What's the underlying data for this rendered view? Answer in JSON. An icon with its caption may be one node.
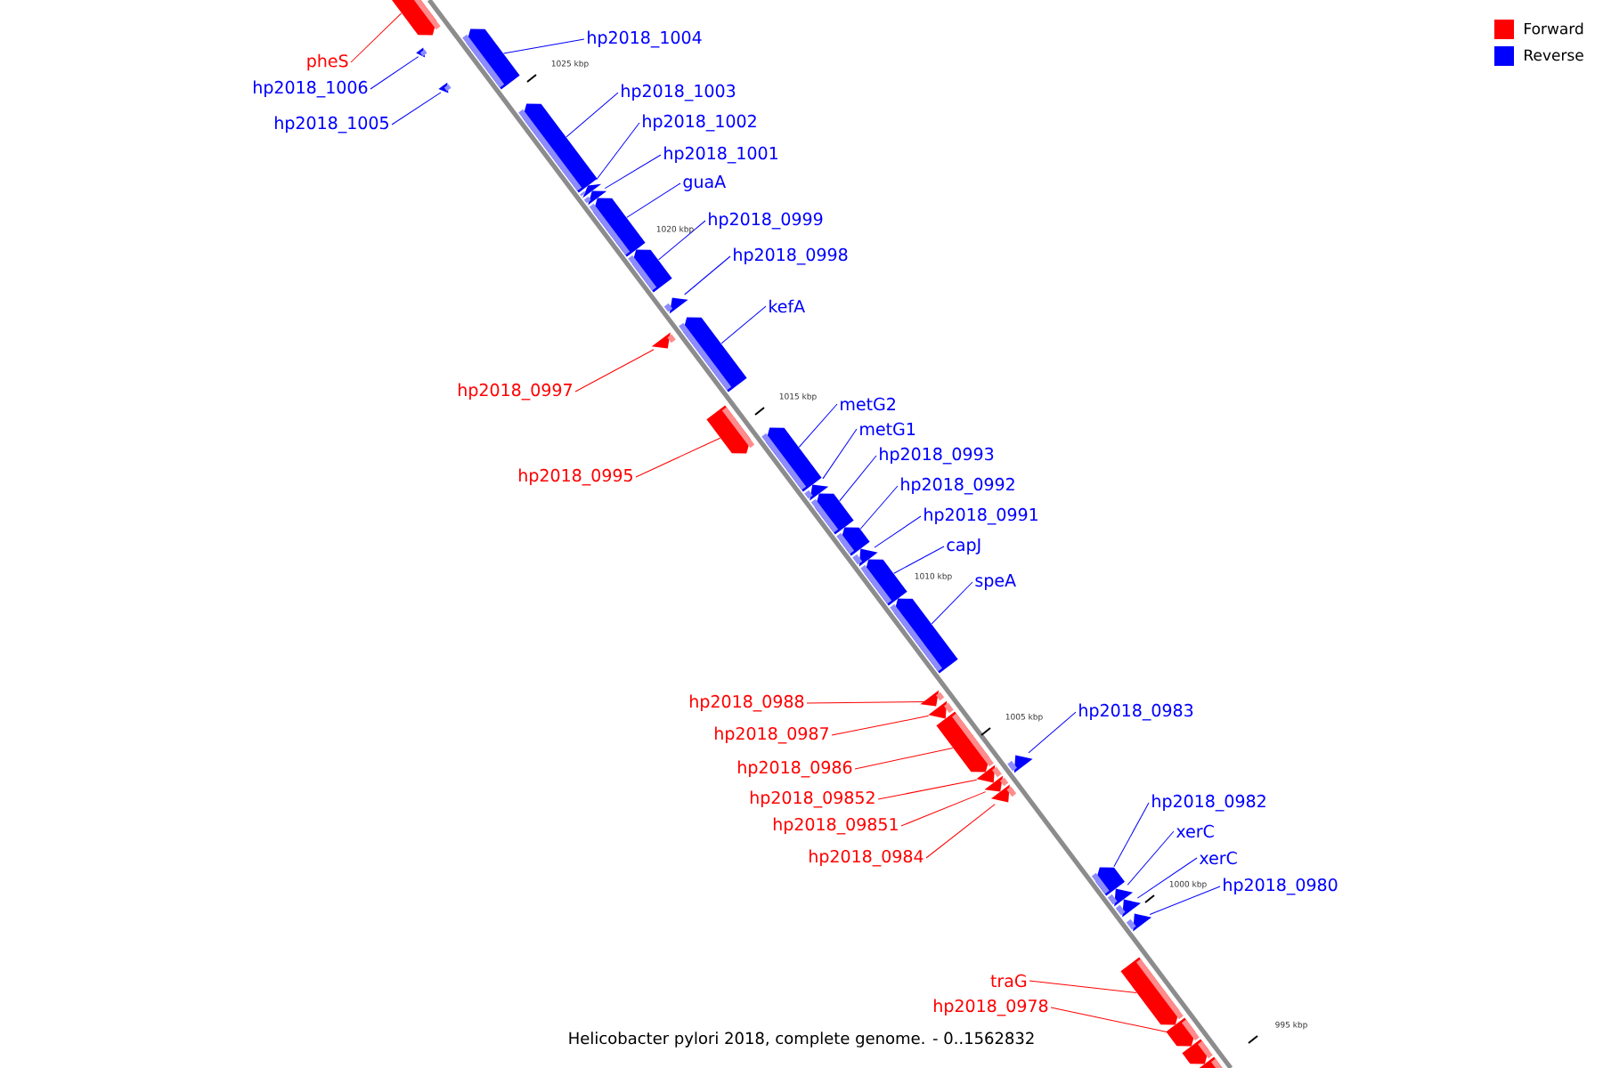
{
  "diagram": {
    "caption": "Helicobacter pylori 2018, complete genome. - 0..1562832",
    "nodes": [
      {
        "text": [
          "pheS"
        ]
      },
      {
        "text": [
          "hp2018_1004"
        ]
      },
      {
        "text": [
          "hp2018_1006"
        ]
      },
      {
        "text": [
          "hp2018_1005"
        ]
      },
      {
        "text": [
          "hp2018_1003"
        ]
      },
      {
        "text": [
          "hp2018_1002"
        ]
      },
      {
        "text": [
          "hp2018_1001"
        ]
      },
      {
        "text": [
          "guaA"
        ]
      },
      {
        "text": [
          "hp2018_0999"
        ]
      },
      {
        "text": [
          "hp2018_0998"
        ]
      },
      {
        "text": [
          "kefA"
        ]
      },
      {
        "text": [
          "hp2018_0997"
        ]
      },
      {
        "text": [
          "metG2"
        ]
      },
      {
        "text": [
          "metG1"
        ]
      },
      {
        "text": [
          "hp2018_0993"
        ]
      },
      {
        "text": [
          "hp2018_0995"
        ]
      },
      {
        "text": [
          "hp2018_0992"
        ]
      },
      {
        "text": [
          "hp2018_0991"
        ]
      },
      {
        "text": [
          "capJ"
        ]
      },
      {
        "text": [
          "speA"
        ]
      },
      {
        "text": [
          "hp2018_0988"
        ]
      },
      {
        "text": [
          "hp2018_0983"
        ]
      },
      {
        "text": [
          "hp2018_0987"
        ]
      },
      {
        "text": [
          "hp2018_0986"
        ]
      },
      {
        "text": [
          "hp2018_09852"
        ]
      },
      {
        "text": [
          "hp2018_09851"
        ]
      },
      {
        "text": [
          "hp2018_0982"
        ]
      },
      {
        "text": [
          "xerC"
        ]
      },
      {
        "text": [
          "hp2018_0984"
        ]
      },
      {
        "text": [
          "xerC"
        ]
      },
      {
        "text": [
          "hp2018_0980"
        ]
      },
      {
        "text": [
          "traG"
        ]
      },
      {
        "text": [
          "hp2018_0978"
        ]
      },
      {
        "text": [],
        "shape": "arrow"
      },
      {
        "text": [],
        "shape": "arrow"
      },
      {
        "text": [],
        "shape": "arrow"
      },
      {
        "text": [],
        "shape": "arrow"
      },
      {
        "text": [],
        "shape": "arrow"
      },
      {
        "text": [],
        "shape": "arrow"
      },
      {
        "text": [],
        "shape": "arrow"
      },
      {
        "text": [],
        "shape": "arrow"
      },
      {
        "text": [],
        "shape": "arrow"
      },
      {
        "text": [],
        "shape": "arrow"
      },
      {
        "text": [],
        "shape": "arrow"
      },
      {
        "text": [],
        "shape": "arrow"
      },
      {
        "text": [],
        "shape": "arrow"
      },
      {
        "text": [],
        "shape": "arrow"
      },
      {
        "text": [],
        "shape": "arrow"
      },
      {
        "text": [],
        "shape": "arrow"
      },
      {
        "text": [],
        "shape": "arrow"
      },
      {
        "text": [],
        "shape": "arrow"
      },
      {
        "text": [],
        "shape": "arrow"
      },
      {
        "text": [],
        "shape": "arrow"
      },
      {
        "text": [],
        "shape": "arrow"
      },
      {
        "text": [],
        "shape": "arrow"
      },
      {
        "text": [],
        "shape": "arrow"
      },
      {
        "text": [],
        "shape": "arrow"
      },
      {
        "text": [],
        "shape": "arrow"
      },
      {
        "text": [],
        "shape": "arrow"
      },
      {
        "text": [],
        "shape": "arrow"
      },
      {
        "text": [],
        "shape": "arrow"
      },
      {
        "text": [],
        "shape": "arrow"
      },
      {
        "text": [],
        "shape": "arrow"
      },
      {
        "text": [],
        "shape": "arrow"
      },
      {
        "text": [],
        "shape": "arrow"
      },
      {
        "text": [],
        "shape": "arrow"
      },
      {
        "text": [],
        "shape": "arrow"
      },
      {
        "text": [],
        "shape": "arrow"
      }
    ],
    "edges": [
      {
        "from": 0,
        "to": 33,
        "arrow": "none",
        "color": "#ff0000"
      },
      {
        "from": 1,
        "to": 35,
        "arrow": "none"
      },
      {
        "from": 2,
        "to": 34,
        "arrow": "none"
      },
      {
        "from": 3,
        "to": 36,
        "arrow": "none"
      },
      {
        "from": 4,
        "to": 37,
        "arrow": "none"
      },
      {
        "from": 5,
        "to": 38,
        "arrow": "none"
      },
      {
        "from": 6,
        "to": 39,
        "arrow": "none"
      },
      {
        "from": 7,
        "to": 40,
        "arrow": "none"
      },
      {
        "from": 8,
        "to": 41,
        "arrow": "none"
      },
      {
        "from": 9,
        "to": 42,
        "arrow": "none"
      },
      {
        "from": 10,
        "to": 43,
        "arrow": "none"
      },
      {
        "from": 11,
        "to": 44,
        "arrow": "none",
        "color": "#ff0000"
      },
      {
        "from": 12,
        "to": 46,
        "arrow": "none"
      },
      {
        "from": 13,
        "to": 47,
        "arrow": "none"
      },
      {
        "from": 14,
        "to": 48,
        "arrow": "none"
      },
      {
        "from": 15,
        "to": 45,
        "arrow": "none",
        "color": "#ff0000"
      },
      {
        "from": 16,
        "to": 49,
        "arrow": "none"
      },
      {
        "from": 17,
        "to": 50,
        "arrow": "none"
      },
      {
        "from": 18,
        "to": 51,
        "arrow": "none"
      },
      {
        "from": 19,
        "to": 52,
        "arrow": "none"
      },
      {
        "from": 20,
        "to": 53,
        "arrow": "none",
        "color": "#ff0000"
      },
      {
        "from": 21,
        "to": 59,
        "arrow": "none"
      },
      {
        "from": 22,
        "to": 54,
        "arrow": "none",
        "color": "#ff0000"
      },
      {
        "from": 23,
        "to": 55,
        "arrow": "none",
        "color": "#ff0000"
      },
      {
        "from": 24,
        "to": 56,
        "arrow": "none",
        "color": "#ff0000"
      },
      {
        "from": 25,
        "to": 57,
        "arrow": "none",
        "color": "#ff0000"
      },
      {
        "from": 26,
        "to": 60,
        "arrow": "none"
      },
      {
        "from": 27,
        "to": 61,
        "arrow": "none"
      },
      {
        "from": 28,
        "to": 58,
        "arrow": "none",
        "color": "#ff0000"
      },
      {
        "from": 29,
        "to": 62,
        "arrow": "none"
      },
      {
        "from": 30,
        "to": 63,
        "arrow": "none"
      },
      {
        "from": 31,
        "to": 64,
        "arrow": "none",
        "color": "#ff0000"
      },
      {
        "from": 32,
        "to": 65,
        "arrow": "none",
        "color": "#ff0000"
      }
    ],
    "labels": [
      "1025 kbp",
      "1020 kbp",
      "1015 kbp",
      "1010 kbp",
      "1005 kbp",
      "1000 kbp",
      "995 kbp"
    ],
    "legend": [
      {
        "text": "Forward",
        "color": "#ff0000"
      },
      {
        "text": "Reverse",
        "color": "#0000ff"
      }
    ]
  }
}
